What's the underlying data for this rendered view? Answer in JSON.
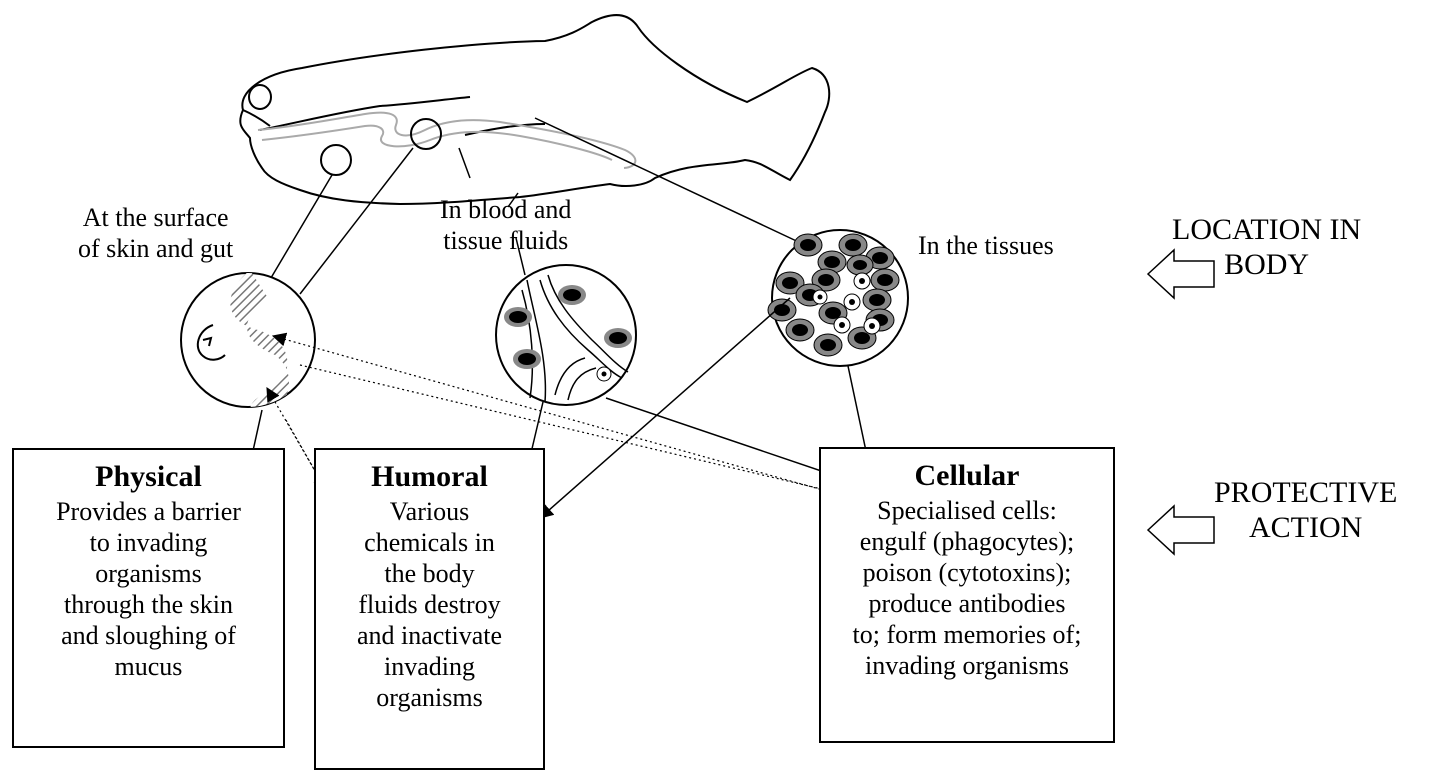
{
  "locations": {
    "surface": "At the surface\nof skin and gut",
    "blood": "In blood and\ntissue fluids",
    "tissues": "In the tissues"
  },
  "side_labels": {
    "location": "LOCATION IN\nBODY",
    "protective": "PROTECTIVE\nACTION"
  },
  "boxes": {
    "physical": {
      "title": "Physical",
      "desc": "Provides a barrier\nto invading\norganisms\nthrough the skin\nand sloughing of\nmucus"
    },
    "humoral": {
      "title": "Humoral",
      "desc": "Various\nchemicals in\nthe body\nfluids destroy\nand inactivate\ninvading\norganisms"
    },
    "cellular": {
      "title": "Cellular",
      "desc": "Specialised cells:\nengulf (phagocytes);\npoison (cytotoxins);\nproduce antibodies\nto; form memories of;\ninvading organisms"
    }
  }
}
